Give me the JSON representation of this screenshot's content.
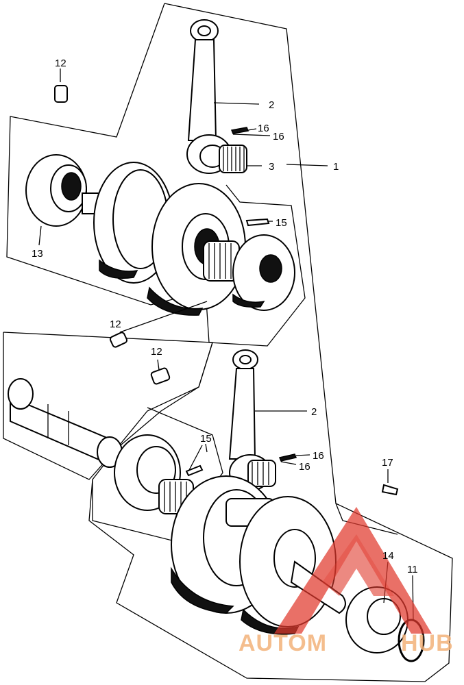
{
  "labels": {
    "p1": "1",
    "p2_top": "2",
    "p2_bottom": "2",
    "p3": "3",
    "p11": "11",
    "p12_top": "12",
    "p12_mid": "12",
    "p12_low": "12",
    "p13": "13",
    "p14": "14",
    "p15_top": "15",
    "p15_bottom": "15",
    "p16_top_a": "16",
    "p16_top_b": "16",
    "p16_bot_a": "16",
    "p16_bot_b": "16",
    "p17": "17"
  },
  "watermark": {
    "text_left": "AUTOM",
    "text_right": "HUB",
    "color_text": "#f3b27a",
    "color_logo": "#e03a2e"
  }
}
